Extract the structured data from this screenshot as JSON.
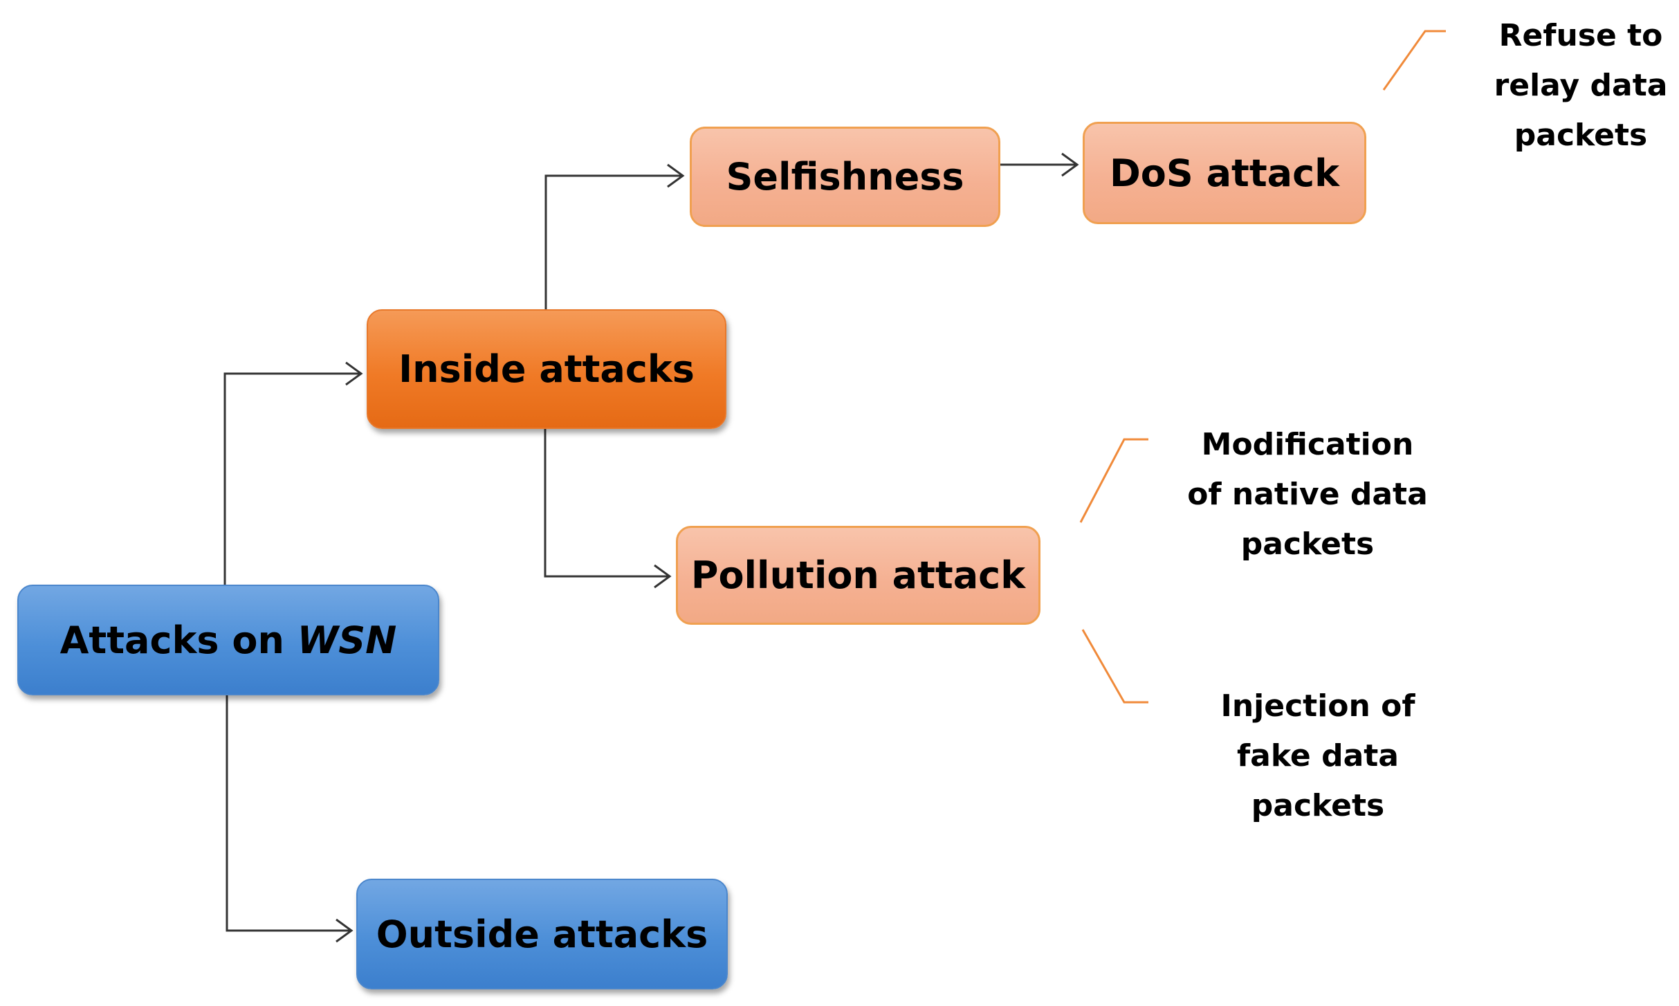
{
  "nodes": {
    "root": {
      "label": "Attacks on ",
      "label_em": "WSN"
    },
    "inside": {
      "label": "Inside attacks"
    },
    "outside": {
      "label": "Outside attacks"
    },
    "selfishness": {
      "label": "Selfishness"
    },
    "dos": {
      "label": "DoS attack"
    },
    "pollution": {
      "label": "Pollution attack"
    }
  },
  "notes": {
    "refuse": [
      "Refuse to",
      "relay data",
      "packets"
    ],
    "modification": [
      "Modification",
      "of native data",
      "packets"
    ],
    "injection": [
      "Injection of",
      "fake data",
      "packets"
    ]
  },
  "colors": {
    "blue": "#4d8fd8",
    "orange": "#f07a26",
    "salmon": "#f5b193",
    "connector": "#333333",
    "annotation_line": "#f08a3a"
  }
}
